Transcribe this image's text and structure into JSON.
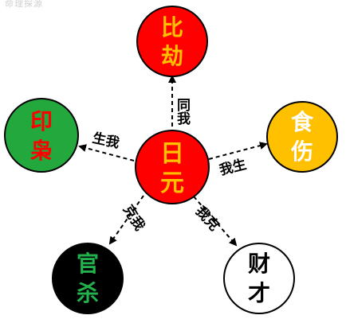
{
  "watermark": "命理探源",
  "nodes": [
    {
      "id": "self",
      "line1": "日",
      "line2": "元",
      "fill": "#ff0000",
      "stroke": "#000000",
      "text_color": "#ffc000"
    },
    {
      "id": "bijie",
      "line1": "比",
      "line2": "劫",
      "fill": "#ff0000",
      "stroke": "#000000",
      "text_color": "#ffc000"
    },
    {
      "id": "shishang",
      "line1": "食",
      "line2": "伤",
      "fill": "#ffc000",
      "stroke": "#000000",
      "text_color": "#ffffff"
    },
    {
      "id": "caicai",
      "line1": "财",
      "line2": "才",
      "fill": "#ffffff",
      "stroke": "#000000",
      "text_color": "#000000"
    },
    {
      "id": "guansha",
      "line1": "官",
      "line2": "杀",
      "fill": "#000000",
      "stroke": "#000000",
      "text_color": "#22b14c"
    },
    {
      "id": "yinxiao",
      "line1": "印",
      "line2": "枭",
      "fill": "#22a83c",
      "stroke": "#000000",
      "text_color": "#ff0000"
    }
  ],
  "edges": [
    {
      "id": "to-bijie",
      "label": "同我",
      "color": "#000000"
    },
    {
      "id": "to-shishang",
      "label": "我生",
      "color": "#000000"
    },
    {
      "id": "to-caicai",
      "label": "我克",
      "color": "#000000"
    },
    {
      "id": "to-guansha",
      "label": "克我",
      "color": "#000000"
    },
    {
      "id": "to-yinxiao",
      "label": "生我",
      "color": "#000000"
    }
  ]
}
